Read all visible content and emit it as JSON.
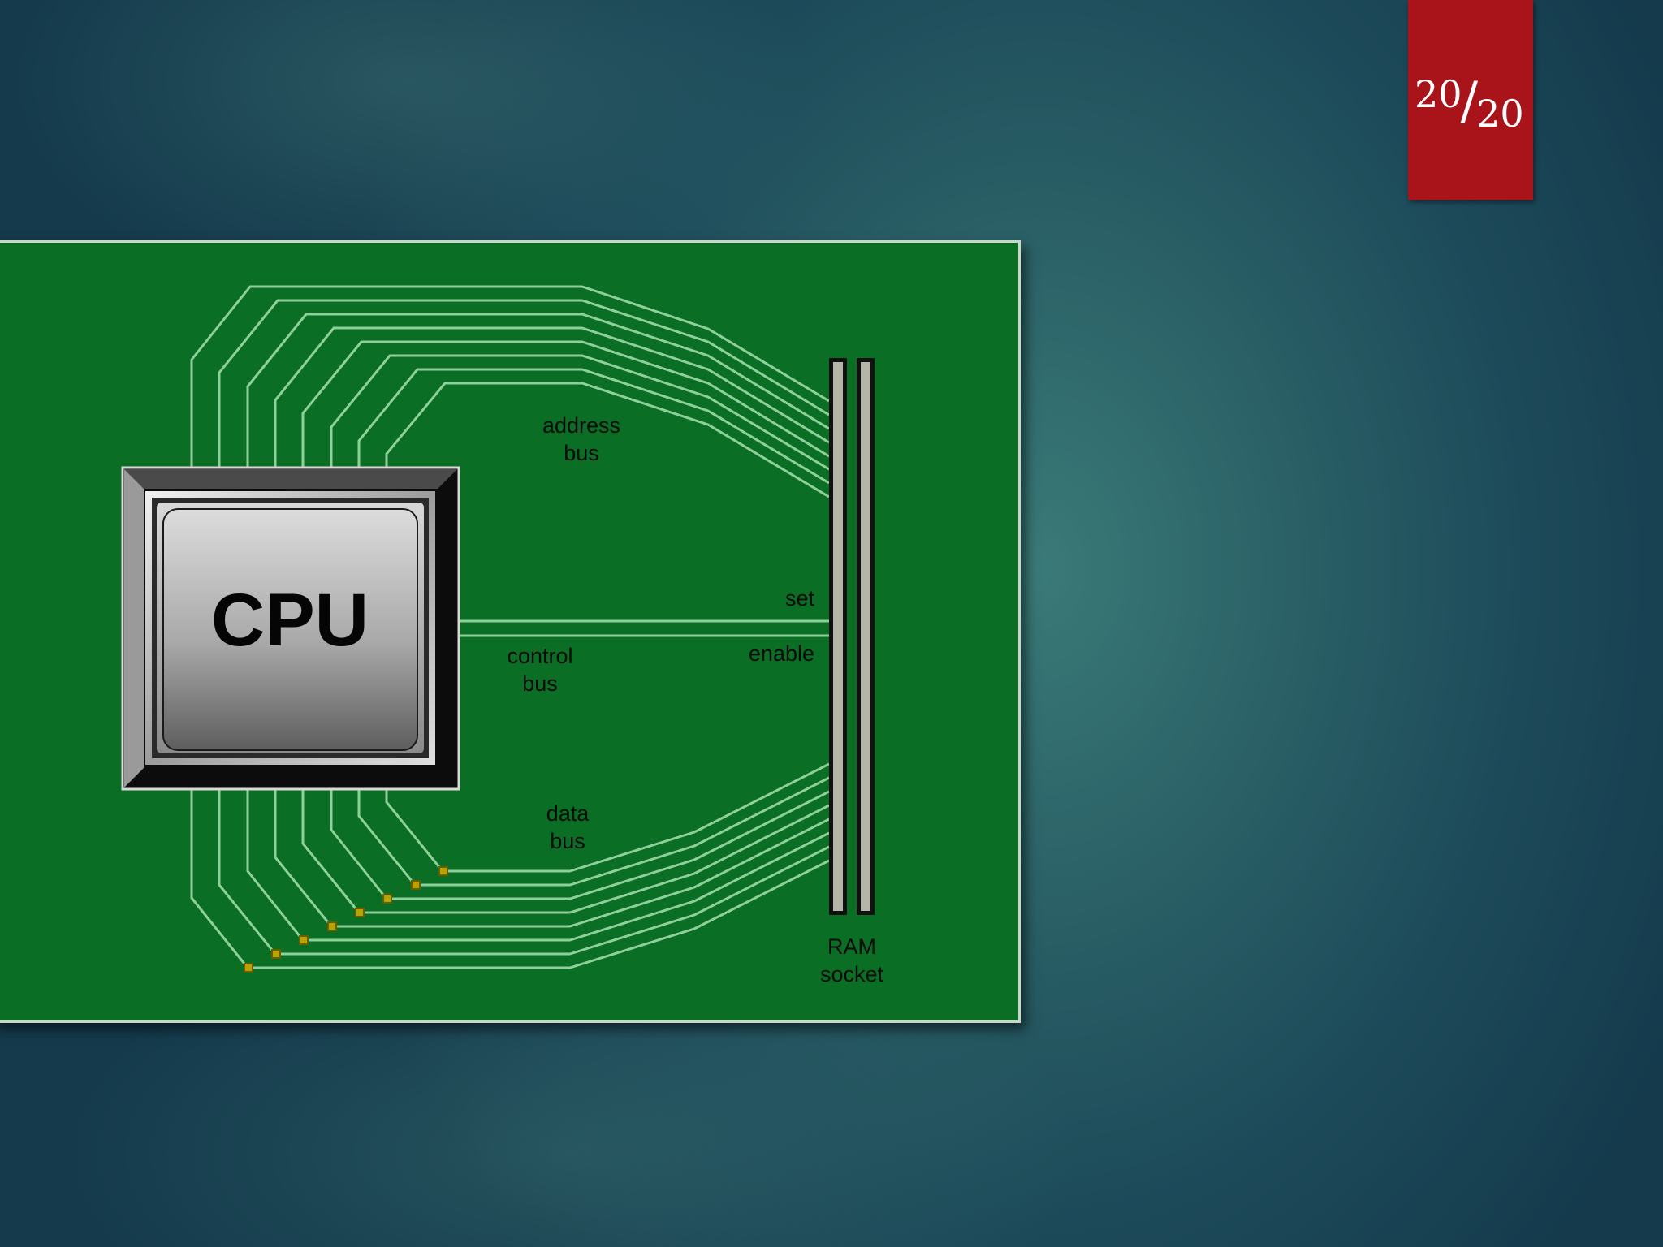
{
  "slide": {
    "current": "20",
    "separator": "/",
    "total": "20",
    "badge_color": "#a8141a"
  },
  "board": {
    "color": "#0b6e25",
    "trace_color": "#7fc08a"
  },
  "cpu": {
    "label": "CPU"
  },
  "labels": {
    "address_bus_line1": "address",
    "address_bus_line2": "bus",
    "control_bus_line1": "control",
    "control_bus_line2": "bus",
    "data_bus_line1": "data",
    "data_bus_line2": "bus",
    "set": "set",
    "enable": "enable",
    "ram_line1": "RAM",
    "ram_line2": "socket"
  }
}
